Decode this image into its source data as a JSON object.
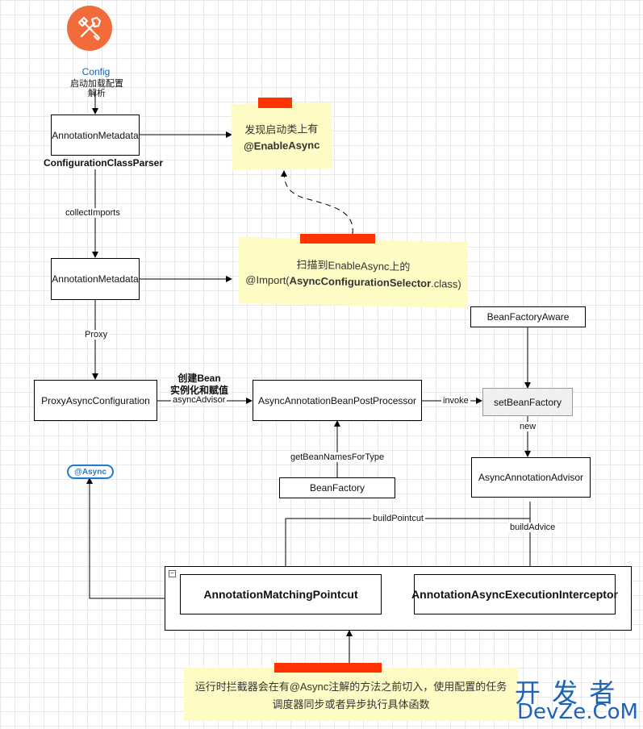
{
  "colors": {
    "accent_orange": "#f26b3a",
    "tape_red": "#ff3300",
    "note_yellow": "#fffbc4",
    "pill_blue": "#1e7bd4",
    "watermark_blue": "#1e63b5"
  },
  "icon": {
    "name": "tools-icon"
  },
  "config": {
    "title": "Config",
    "subtitle_line1": "启动加载配置",
    "subtitle_line2": "解析"
  },
  "nodes": {
    "annotation_metadata_1": "AnnotationMetadata",
    "configuration_class_parser": "ConfigurationClassParser",
    "annotation_metadata_2": "AnnotationMetadata",
    "proxy_async_configuration": "ProxyAsyncConfiguration",
    "async_annotation_bean_post_processor": "AsyncAnnotationBeanPostProcessor",
    "bean_factory_aware": "BeanFactoryAware",
    "set_bean_factory": "setBeanFactory",
    "async_annotation_advisor": "AsyncAnnotationAdvisor",
    "bean_factory": "BeanFactory",
    "async_pill": "@Async",
    "annotation_matching_pointcut": "AnnotationMatchingPointcut",
    "annotation_async_execution_interceptor": "AnnotationAsyncExecutionInterceptor"
  },
  "edge_labels": {
    "collect_imports": "collectImports",
    "proxy": "Proxy",
    "create_bean_line1": "创建Bean",
    "create_bean_line2": "实例化和赋值",
    "async_advisor": "asyncAdvisor",
    "invoke": "invoke",
    "new": "new",
    "get_bean_names_for_type": "getBeanNamesForType",
    "build_pointcut": "buildPointcut",
    "build_advice": "buildAdvice"
  },
  "notes": {
    "note1_line1": "发现启动类上有",
    "note1_line2": "@EnableAsync",
    "note2_line1": "扫描到EnableAsync上的",
    "note2_prefix": "@Import(",
    "note2_bold": "AsyncConfigurationSelector",
    "note2_suffix": ".class)",
    "note3_line1": "运行时拦截器会在有@Async注解的方法之前切入，使用配置的任务",
    "note3_line2": "调度器同步或者异步执行具体函数"
  },
  "watermark": {
    "cn": "开 发 者",
    "en": "DevZe.CoM"
  }
}
